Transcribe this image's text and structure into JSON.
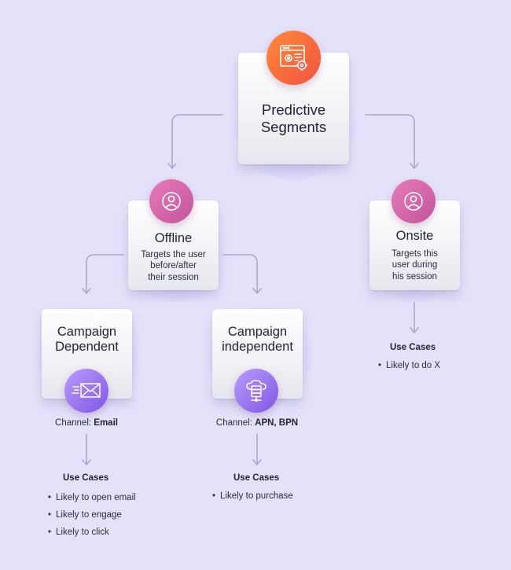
{
  "root": {
    "title_line1": "Predictive",
    "title_line2": "Segments",
    "icon": "dashboard-settings-icon"
  },
  "offline": {
    "title": "Offline",
    "description_lines": [
      "Targets the user",
      "before/after",
      "their session"
    ],
    "icon": "user-icon"
  },
  "onsite": {
    "title": "Onsite",
    "description_lines": [
      "Targets this",
      "user during",
      "his session"
    ],
    "icon": "user-icon",
    "use_cases_title": "Use Cases",
    "use_cases": [
      "Likely to do X"
    ]
  },
  "campaign_dependent": {
    "title_line1": "Campaign",
    "title_line2": "Dependent",
    "icon": "email-icon",
    "channel_label": "Channel:",
    "channel_value": "Email",
    "use_cases_title": "Use Cases",
    "use_cases": [
      "Likely to open email",
      "Likely to engage",
      "Likely to click"
    ]
  },
  "campaign_independent": {
    "title_line1": "Campaign",
    "title_line2": "independent",
    "icon": "cloud-server-icon",
    "channel_label": "Channel:",
    "channel_value": "APN, BPN",
    "use_cases_title": "Use Cases",
    "use_cases": [
      "Likely to purchase"
    ]
  },
  "colors": {
    "background": "#e4e2fb",
    "connector": "#a9a9c9",
    "orange": "#f2533f",
    "pink": "#c1559a",
    "purple": "#7f56e3"
  }
}
